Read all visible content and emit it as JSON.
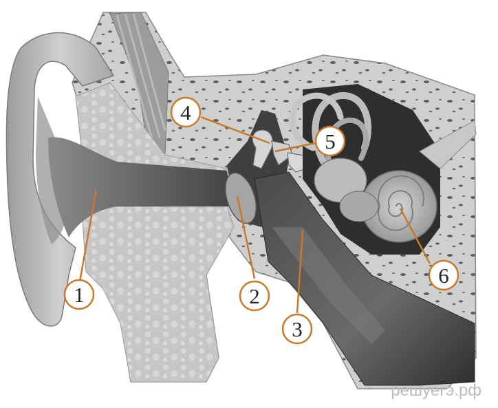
{
  "diagram": {
    "labels": [
      {
        "id": "1",
        "text": "1"
      },
      {
        "id": "2",
        "text": "2"
      },
      {
        "id": "3",
        "text": "3"
      },
      {
        "id": "4",
        "text": "4"
      },
      {
        "id": "5",
        "text": "5"
      },
      {
        "id": "6",
        "text": "6"
      }
    ],
    "watermark": "решуегэ.рф"
  },
  "colors": {
    "leader_line": "#c87a2a",
    "label_circle_fill": "#ffffff",
    "label_circle_stroke": "#c87a2a",
    "bone": "#c9c9c9",
    "cartilage": "#b3b3b3",
    "canal_dark": "#5a5a5a",
    "cochlea": "#b0b0b0"
  }
}
